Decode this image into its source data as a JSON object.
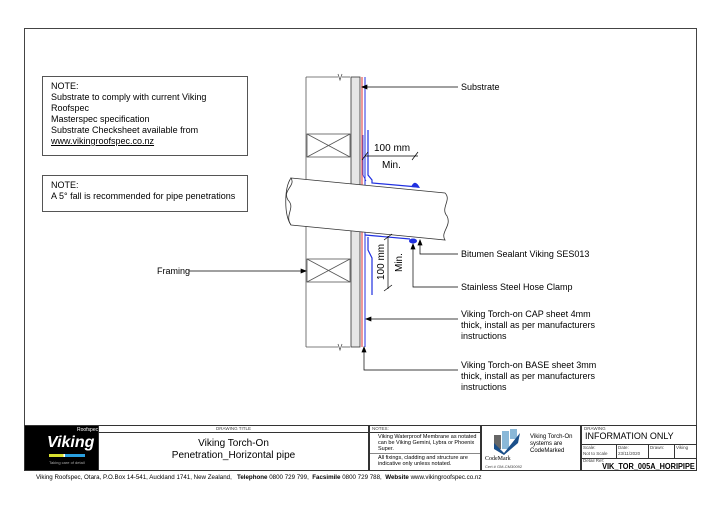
{
  "notes": [
    {
      "heading": "NOTE:",
      "lines": [
        "Substrate to comply with current Viking Roofspec",
        "Masterspec specification",
        "Substrate Checksheet available from"
      ],
      "link": "www.vikingroofspec.co.nz"
    },
    {
      "heading": "NOTE:",
      "lines": [
        "A 5° fall is recommended for pipe penetrations"
      ]
    }
  ],
  "labels": {
    "substrate": "Substrate",
    "framing": "Framing",
    "sealant": "Bitumen Sealant Viking SES013",
    "clamp": "Stainless Steel Hose Clamp",
    "cap": [
      "Viking Torch-on CAP sheet 4mm",
      "thick, install as per manufacturers",
      "instructions"
    ],
    "base": [
      "Viking Torch-on BASE sheet 3mm",
      "thick, install as per manufacturers",
      "instructions"
    ],
    "dim_top": "100 mm",
    "dim_top_min": "Min.",
    "dim_bottom": "100 mm",
    "dim_bottom_min": "Min."
  },
  "title_block": {
    "logo": {
      "brand": "Viking",
      "sub": "Roofspec",
      "tagline": "Taking care of detail"
    },
    "drawing_title_label": "DRAWING TITLE",
    "title_line1": "Viking Torch-On",
    "title_line2": "Penetration_Horizontal pipe",
    "notes_label": "NOTES:",
    "notes": [
      "Viking Waterproof Membrane as notated can be Viking Gemini, Lybra or Phoenix Super.",
      "All fixings, cladding and structure are indicative only unless notated."
    ],
    "codemark": {
      "name": "CodeMark",
      "cert": "Cert # GM-CM30092",
      "text": "Viking Torch-On systems are CodeMarked"
    },
    "drawing_label": "DRAWING",
    "drawing_status": "INFORMATION ONLY",
    "scale_label": "Scale:",
    "scale": "Not to Scale",
    "date_label": "Date:",
    "date": "23/11/2020",
    "drawn_label": "Drawn:",
    "drawn": "Viking",
    "detail_ref_label": "Detail Ref:",
    "detail_ref": "VIK_TOR_005A_HORIPIPE"
  },
  "footer": {
    "address": "Viking Roofspec, Otara, P.O.Box 14-541, Auckland 1741, New Zealand,",
    "telephone_label": "Telephone",
    "telephone": "0800 729 799,",
    "facsimile_label": "Facsimile",
    "facsimile": "0800 729 788,",
    "website_label": "Website",
    "website": "www.vikingroofspec.co.nz"
  },
  "colors": {
    "membrane_red": "#e03030",
    "membrane_blue": "#2030e0",
    "substrate_fill": "#e6e6e6"
  }
}
